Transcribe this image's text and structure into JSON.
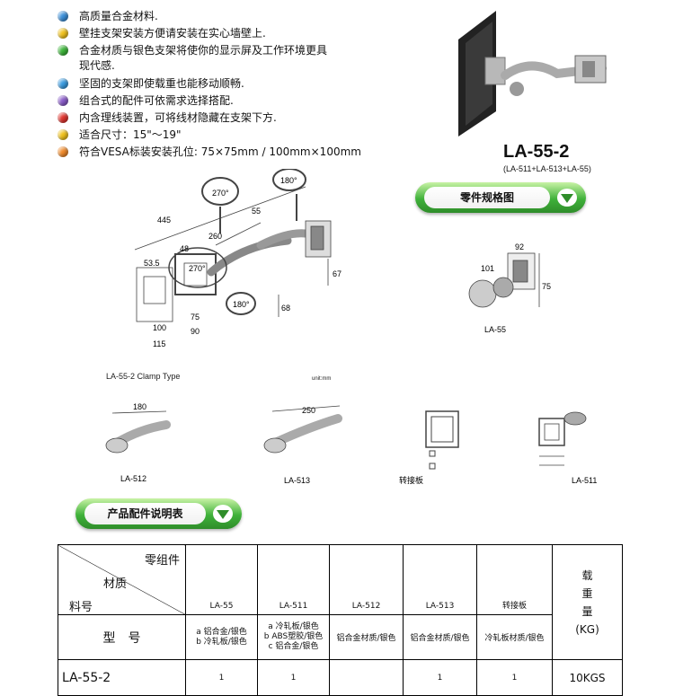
{
  "features": [
    {
      "text": "高质量合金材料.",
      "color": "#3b8fd9"
    },
    {
      "text": "壁挂支架安装方便请安装在实心墙壁上.",
      "color": "#f0c21d"
    },
    {
      "text": "合金材质与银色支架将使你的显示屏及工作环境更具",
      "color": "#3db53a"
    },
    {
      "text": "现代感.",
      "color": ""
    },
    {
      "text": "坚固的支架即使载重也能移动顺畅.",
      "color": "#3a9be0"
    },
    {
      "text": "组合式的配件可依需求选择搭配.",
      "color": "#8a5cc9"
    },
    {
      "text": "内含理线装置，可将线材隐藏在支架下方.",
      "color": "#e0352f"
    },
    {
      "text": "适合尺寸：15\"～19\"",
      "color": "#f0c21d"
    },
    {
      "text": "符合VESA标装安装孔位: 75×75mm / 100mm×100mm",
      "color": "#f08a2a"
    }
  ],
  "product": {
    "model": "LA-55-2",
    "components": "(LA-511+LA-513+LA-55)"
  },
  "banners": {
    "spec": "零件规格图",
    "parts": "产品配件说明表"
  },
  "diagram": {
    "rot_270_top": "270°",
    "rot_180_top": "180°",
    "rot_270_left": "270°",
    "rot_180_right": "180°",
    "dim_445": "445",
    "dim_260": "260",
    "dim_55": "55",
    "dim_53_5": "53.5",
    "dim_48": "48",
    "dim_67": "67",
    "dim_68": "68",
    "dim_75": "75",
    "dim_90": "90",
    "dim_100": "100",
    "dim_115": "115",
    "clamp_type": "LA-55-2 Clamp Type",
    "unit": "unit:mm"
  },
  "parts_labels": {
    "la55": "LA-55",
    "la512": "LA-512",
    "la513": "LA-513",
    "adapter": "转接板",
    "la511": "LA-511",
    "dim_92": "92",
    "dim_101": "101",
    "dim_75": "75",
    "dim_180": "180",
    "dim_250": "250"
  },
  "table": {
    "h_component": "零组件",
    "h_material": "材质",
    "h_part": "料号",
    "h_model": "型　号",
    "h_load": "载\n重\n量\n(KG)",
    "h_load_1": "载",
    "h_load_2": "重",
    "h_load_3": "量",
    "h_load_4": "(KG)",
    "cols": [
      {
        "name": "LA-55",
        "material": [
          "a  铝合金/银色",
          "b  冷轧板/银色"
        ],
        "qty": "1"
      },
      {
        "name": "LA-511",
        "material": [
          "a  冷轧板/银色",
          "b  ABS塑胶/银色",
          "c  铝合金/银色"
        ],
        "qty": "1"
      },
      {
        "name": "LA-512",
        "material": [
          "铝合金材质/银色"
        ],
        "qty": ""
      },
      {
        "name": "LA-513",
        "material": [
          "铝合金材质/银色"
        ],
        "qty": "1"
      },
      {
        "name": "转接板",
        "material": [
          "冷轧板材质/银色"
        ],
        "qty": "1"
      }
    ],
    "row_model": "LA-55-2",
    "load": "10KGS"
  }
}
